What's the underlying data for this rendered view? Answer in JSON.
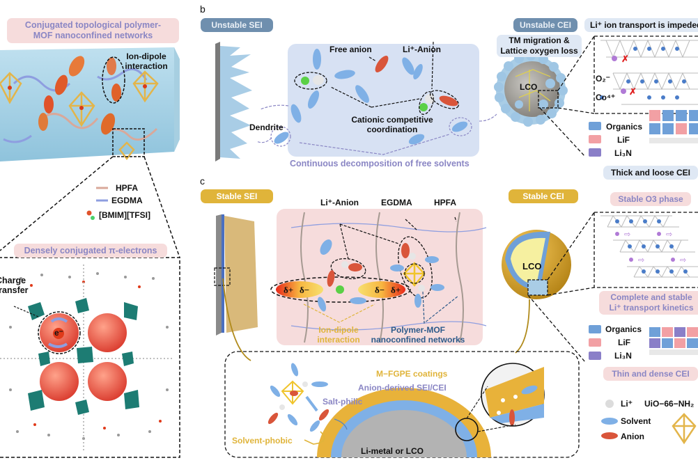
{
  "panel_a": {
    "title": "Conjugated topological polymer-MOF nanoconfined networks",
    "title_line1": "Conjugated topological polymer-",
    "title_line2": "MOF nanoconfined networks",
    "ion_dipole_line1": "Ion-dipole",
    "ion_dipole_line2": "interaction",
    "legend": [
      {
        "label": "HPFA",
        "color": "#d9a89a"
      },
      {
        "label": "EGDMA",
        "color": "#8e9ee0"
      },
      {
        "label": "[BMIM][TFSI]",
        "color": "#e0522a"
      }
    ],
    "conjugated_label": "Densely conjugated π-electrons",
    "charge_transfer_line1": "Charge",
    "charge_transfer_line2": "transfer",
    "electron_label": "e⁻"
  },
  "panel_b": {
    "letter": "b",
    "unstable_sei": "Unstable SEI",
    "free_anion": "Free anion",
    "li_anion": "Li⁺-Anion",
    "cationic_line1": "Cationic competitive",
    "cationic_line2": "coordination",
    "dendrite": "Dendrite",
    "continuous_decomposition": "Continuous decomposition of free solvents",
    "unstable_cei": "Unstable CEI",
    "li_transport_impeded": "Li⁺ ion transport is impeded",
    "tm_migration_line1": "TM migration &",
    "tm_migration_line2": "Lattice oxygen loss",
    "lco": "LCO",
    "o2_label": "O₂⁻",
    "co4_label": "Co⁴⁺",
    "legend": [
      {
        "label": "Organics",
        "color": "#6fa0d8"
      },
      {
        "label": "LiF",
        "color": "#f2a0a4"
      },
      {
        "label": "Li₃N",
        "color": "#8a7fc8"
      }
    ],
    "thick_loose_cei": "Thick and loose CEI"
  },
  "panel_c": {
    "letter": "c",
    "stable_sei": "Stable SEI",
    "li_anion": "Li⁺-Anion",
    "egdma": "EGDMA",
    "hpfa": "HPFA",
    "delta_plus": "δ+",
    "delta_minus": "δ−",
    "ion_dipole_line1": "Ion-dipole",
    "ion_dipole_line2": "interaction",
    "polymer_mof_line1": "Polymer-MOF",
    "polymer_mof_line2": "nanoconfined networks",
    "stable_cei": "Stable CEI",
    "stable_o3": "Stable O3 phase",
    "lco": "LCO",
    "complete_stable_line1": "Complete and stable",
    "complete_stable_line2": "Li⁺ transport kinetics",
    "legend": [
      {
        "label": "Organics",
        "color": "#6fa0d8"
      },
      {
        "label": "LiF",
        "color": "#f2a0a4"
      },
      {
        "label": "Li₃N",
        "color": "#8a7fc8"
      }
    ],
    "thin_dense_cei": "Thin and dense CEI",
    "mfgpe": "M−FGPE coatings",
    "anion_derived": "Anion-derived SEI/CEI",
    "salt_philic": "Salt-philic",
    "solvent_phobic": "Solvent-phobic",
    "li_metal_lco": "Li-metal or LCO",
    "species_legend": [
      {
        "label": "Li⁺",
        "color": "#dcdcdc"
      },
      {
        "label": "Solvent",
        "color": "#7fb0e6"
      },
      {
        "label": "Anion",
        "color": "#d9553a"
      }
    ],
    "mof_legend": "UiO−66−NH₂"
  }
}
